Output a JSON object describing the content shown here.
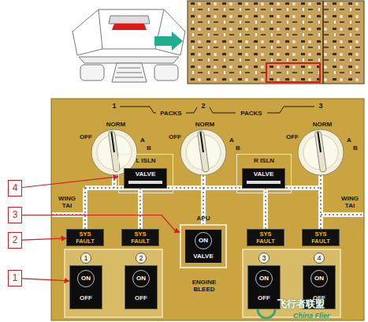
{
  "diagram": {
    "nodes": [
      {
        "text": [
          "NORM",
          "OFF",
          "A",
          "B"
        ]
      },
      {
        "text": [
          "NORM",
          "OFF",
          "A",
          "B"
        ]
      },
      {
        "text": [
          "NORM",
          "OFF",
          "A",
          "B"
        ]
      },
      {
        "text": [
          "L ISLN",
          "VALVE"
        ]
      },
      {
        "text": [
          "R ISLN",
          "VALVE"
        ]
      },
      {
        "text": [
          "4"
        ]
      },
      {
        "text": [
          "3"
        ]
      },
      {
        "text": [
          "APU",
          "ON",
          "VALVE"
        ]
      },
      {
        "text": [
          "2"
        ]
      },
      {
        "text": [
          "SYS FAULT"
        ]
      },
      {
        "text": [
          "SYS FAULT"
        ]
      },
      {
        "text": [
          "SYS FAULT"
        ]
      },
      {
        "text": [
          "SYS FAULT"
        ]
      },
      {
        "text": [
          "1"
        ]
      },
      {
        "text": [
          "1",
          "ON",
          "OFF"
        ]
      },
      {
        "text": [
          "2",
          "ON",
          "OFF"
        ]
      },
      {
        "text": [
          "3",
          "ON",
          "OFF"
        ]
      },
      {
        "text": [
          "4",
          "ON",
          "OFF"
        ]
      }
    ],
    "edges": [
      {
        "from": 5,
        "to": 3,
        "arrow": "to"
      },
      {
        "from": 6,
        "to": 7,
        "arrow": "to"
      },
      {
        "from": 8,
        "to": 9,
        "arrow": "to"
      },
      {
        "from": 13,
        "to": 14,
        "arrow": "to"
      }
    ],
    "labels": [
      "1",
      "PACKS",
      "2",
      "PACKS",
      "3",
      "WING TAI",
      "WING TAI",
      "ENGINE BLEED",
      "飞行者联盟",
      "China Flier"
    ]
  }
}
